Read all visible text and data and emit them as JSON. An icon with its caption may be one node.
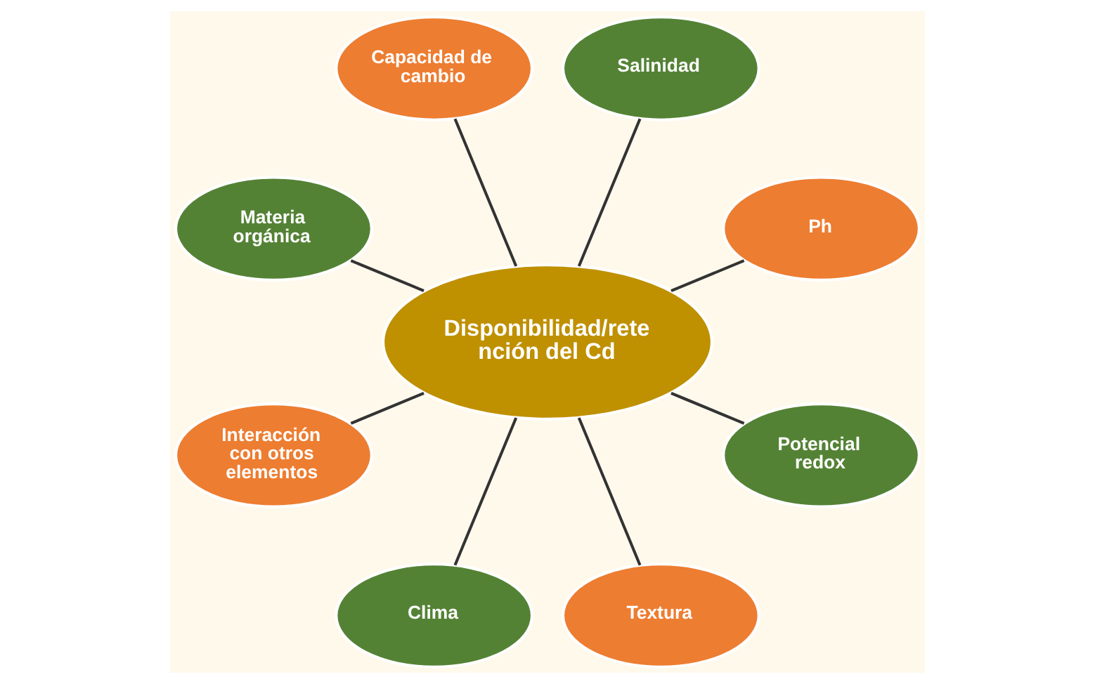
{
  "diagram": {
    "nodes": [
      {
        "text": [
          "Disponibilidad/rete nción del Cd"
        ]
      },
      {
        "text": [
          "Ph"
        ]
      },
      {
        "text": [
          "Salinidad"
        ]
      },
      {
        "text": [
          "Capacidad de cambio"
        ]
      },
      {
        "text": [
          "Materia orgánica"
        ]
      },
      {
        "text": [
          "Interacción con otros elementos"
        ]
      },
      {
        "text": [
          "Clima"
        ]
      },
      {
        "text": [
          "Textura"
        ]
      },
      {
        "text": [
          "Potencial redox"
        ]
      }
    ],
    "edges": [
      {
        "from": 0,
        "to": 1,
        "arrow": "none"
      },
      {
        "from": 0,
        "to": 2,
        "arrow": "none"
      },
      {
        "from": 0,
        "to": 3,
        "arrow": "none"
      },
      {
        "from": 0,
        "to": 4,
        "arrow": "none"
      },
      {
        "from": 0,
        "to": 5,
        "arrow": "none"
      },
      {
        "from": 0,
        "to": 6,
        "arrow": "none"
      },
      {
        "from": 0,
        "to": 7,
        "arrow": "none"
      },
      {
        "from": 0,
        "to": 8,
        "arrow": "none"
      }
    ]
  }
}
